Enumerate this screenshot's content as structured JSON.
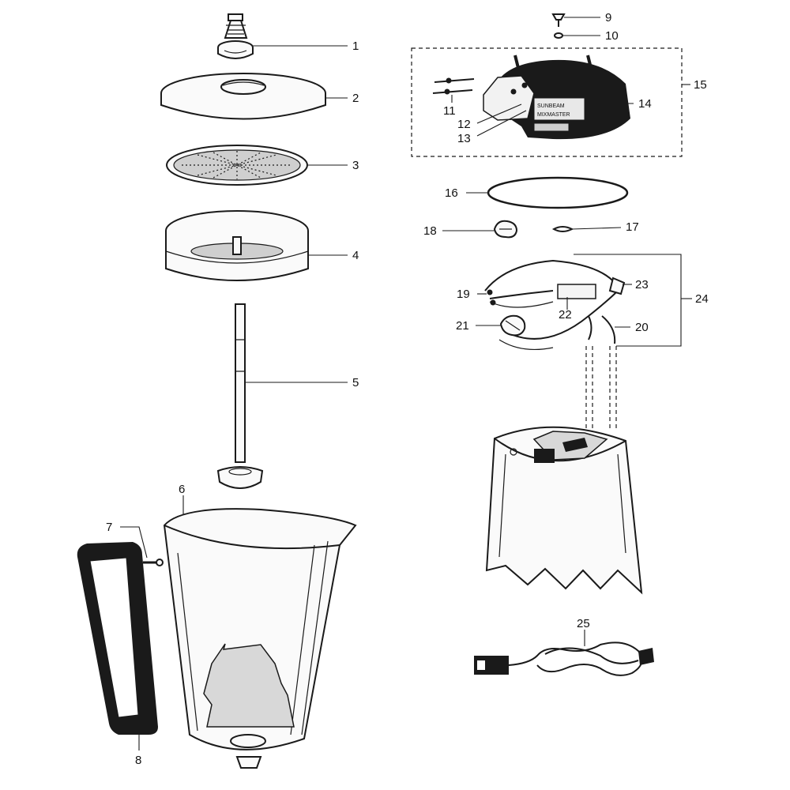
{
  "parts": [
    {
      "id": "p1",
      "label": "1"
    },
    {
      "id": "p2",
      "label": "2"
    },
    {
      "id": "p3",
      "label": "3"
    },
    {
      "id": "p4",
      "label": "4"
    },
    {
      "id": "p5",
      "label": "5"
    },
    {
      "id": "p6",
      "label": "6"
    },
    {
      "id": "p7",
      "label": "7"
    },
    {
      "id": "p8",
      "label": "8"
    },
    {
      "id": "p9",
      "label": "9"
    },
    {
      "id": "p10",
      "label": "10"
    },
    {
      "id": "p11",
      "label": "11"
    },
    {
      "id": "p12",
      "label": "12"
    },
    {
      "id": "p13",
      "label": "13"
    },
    {
      "id": "p14",
      "label": "14"
    },
    {
      "id": "p15",
      "label": "15"
    },
    {
      "id": "p16",
      "label": "16"
    },
    {
      "id": "p17",
      "label": "17"
    },
    {
      "id": "p18",
      "label": "18"
    },
    {
      "id": "p19",
      "label": "19"
    },
    {
      "id": "p20",
      "label": "20"
    },
    {
      "id": "p21",
      "label": "21"
    },
    {
      "id": "p22",
      "label": "22"
    },
    {
      "id": "p23",
      "label": "23"
    },
    {
      "id": "p24",
      "label": "24"
    },
    {
      "id": "p25",
      "label": "25"
    }
  ],
  "panel_text": {
    "line1": "SUNBEAM",
    "line2": "MIXMASTER"
  }
}
